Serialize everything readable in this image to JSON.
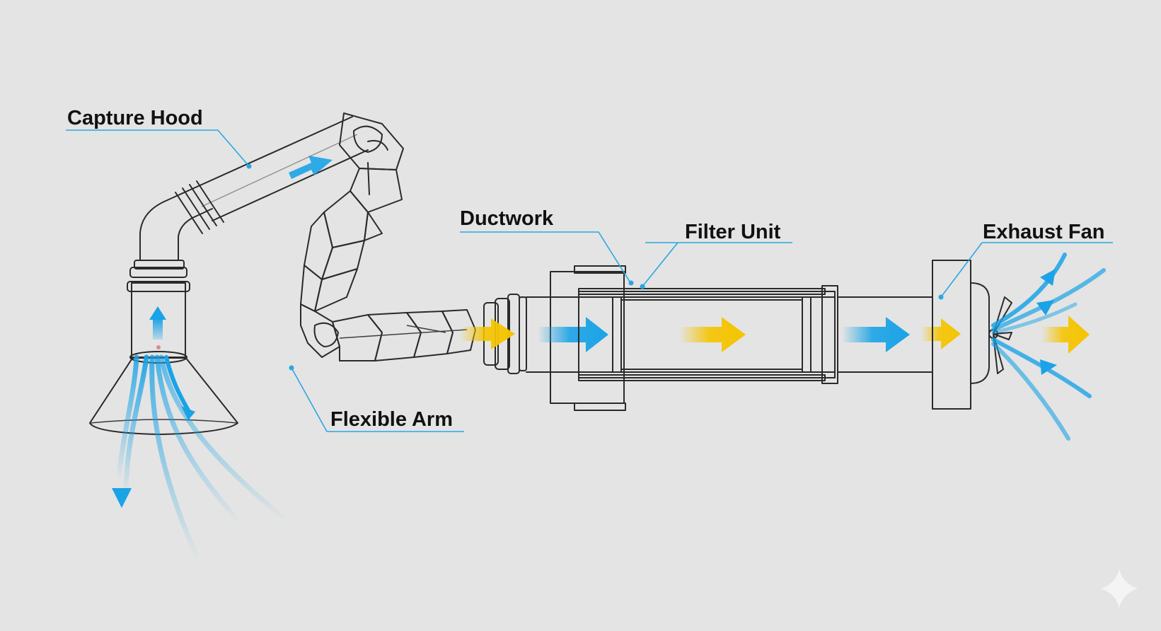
{
  "labels": {
    "capture_hood": "Capture Hood",
    "flexible_arm": "Flexible Arm",
    "ductwork": "Ductwork",
    "filter_unit": "Filter Unit",
    "exhaust_fan": "Exhaust Fan"
  },
  "colors": {
    "background": "#e4e4e4",
    "line": "#2a2a2a",
    "leader": "#29a8e0",
    "airflow_blue": "#1aa3e6",
    "airflow_yellow": "#f5c400"
  },
  "icons": [
    "sparkle-icon"
  ]
}
